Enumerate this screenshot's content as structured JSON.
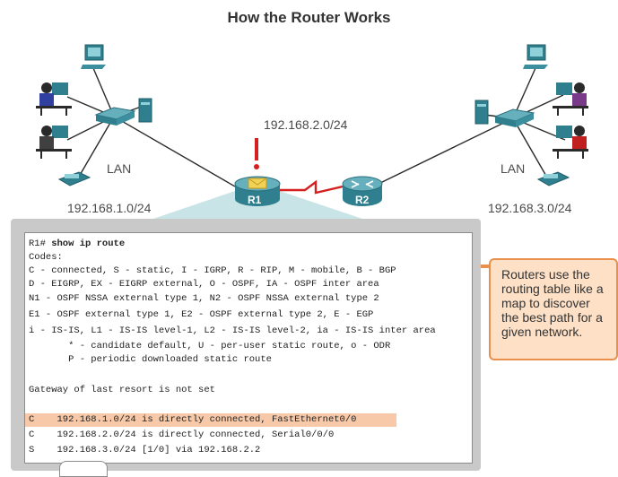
{
  "title": "How the Router Works",
  "labels": {
    "net_center": "192.168.2.0/24",
    "net_left": "192.168.1.0/24",
    "net_right": "192.168.3.0/24",
    "lan_left": "LAN",
    "lan_right": "LAN",
    "r1": "R1",
    "r2": "R2"
  },
  "terminal": {
    "prompt": "R1#",
    "command": " show ip route",
    "lines": [
      "Codes:",
      "C - connected, S - static, I - IGRP, R - RIP, M - mobile, B - BGP",
      "D - EIGRP, EX - EIGRP external, O - OSPF, IA - OSPF inter area",
      "N1 - OSPF NSSA external type 1, N2 - OSPF NSSA external type 2",
      "E1 - OSPF external type 1, E2 - OSPF external type 2, E - EGP",
      "i - IS-IS, L1 - IS-IS level-1, L2 - IS-IS level-2, ia - IS-IS inter area",
      "       * - candidate default, U - per-user static route, o - ODR",
      "       P - periodic downloaded static route",
      "",
      "Gateway of last resort is not set",
      "",
      "C    192.168.1.0/24 is directly connected, FastEthernet0/0",
      "C    192.168.2.0/24 is directly connected, Serial0/0/0",
      "S    192.168.3.0/24 [1/0] via 192.168.2.2"
    ]
  },
  "callout": {
    "lines": [
      "Routers use the",
      "routing table like a",
      "map to discover",
      "the best path for a",
      "given network."
    ]
  },
  "colors": {
    "accent_orange": "#e8904c",
    "callout_fill": "#fde0c6",
    "highlight": "#f7c9a8",
    "router_teal": "#2f7f8f",
    "link_red": "#d62020"
  }
}
